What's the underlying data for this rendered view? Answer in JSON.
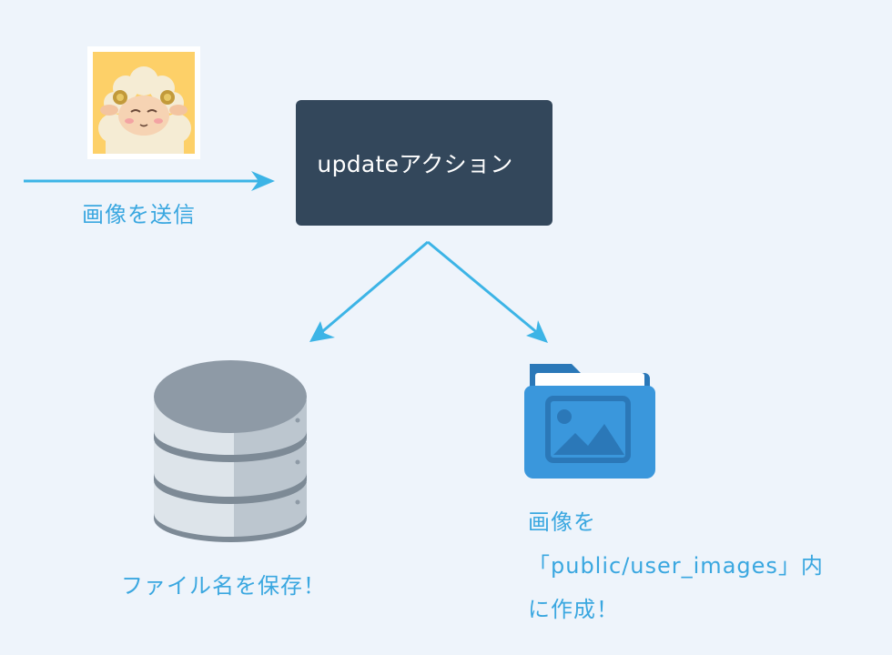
{
  "action_label": "updateアクション",
  "send_label": "画像を送信",
  "db_label": "ファイル名を保存！",
  "folder_label": {
    "line1": "画像を",
    "line2": "「public/user_images」内",
    "line3": "に作成！"
  },
  "colors": {
    "background": "#eef4fb",
    "arrow": "#3cb4e6",
    "label_text": "#3aa7e0",
    "action_box": "#33475b",
    "database": "#8e9aa6",
    "folder": "#3a97dc"
  },
  "icons": {
    "thumbnail": "sheep-image-icon",
    "database": "database-icon",
    "folder": "image-folder-icon"
  }
}
